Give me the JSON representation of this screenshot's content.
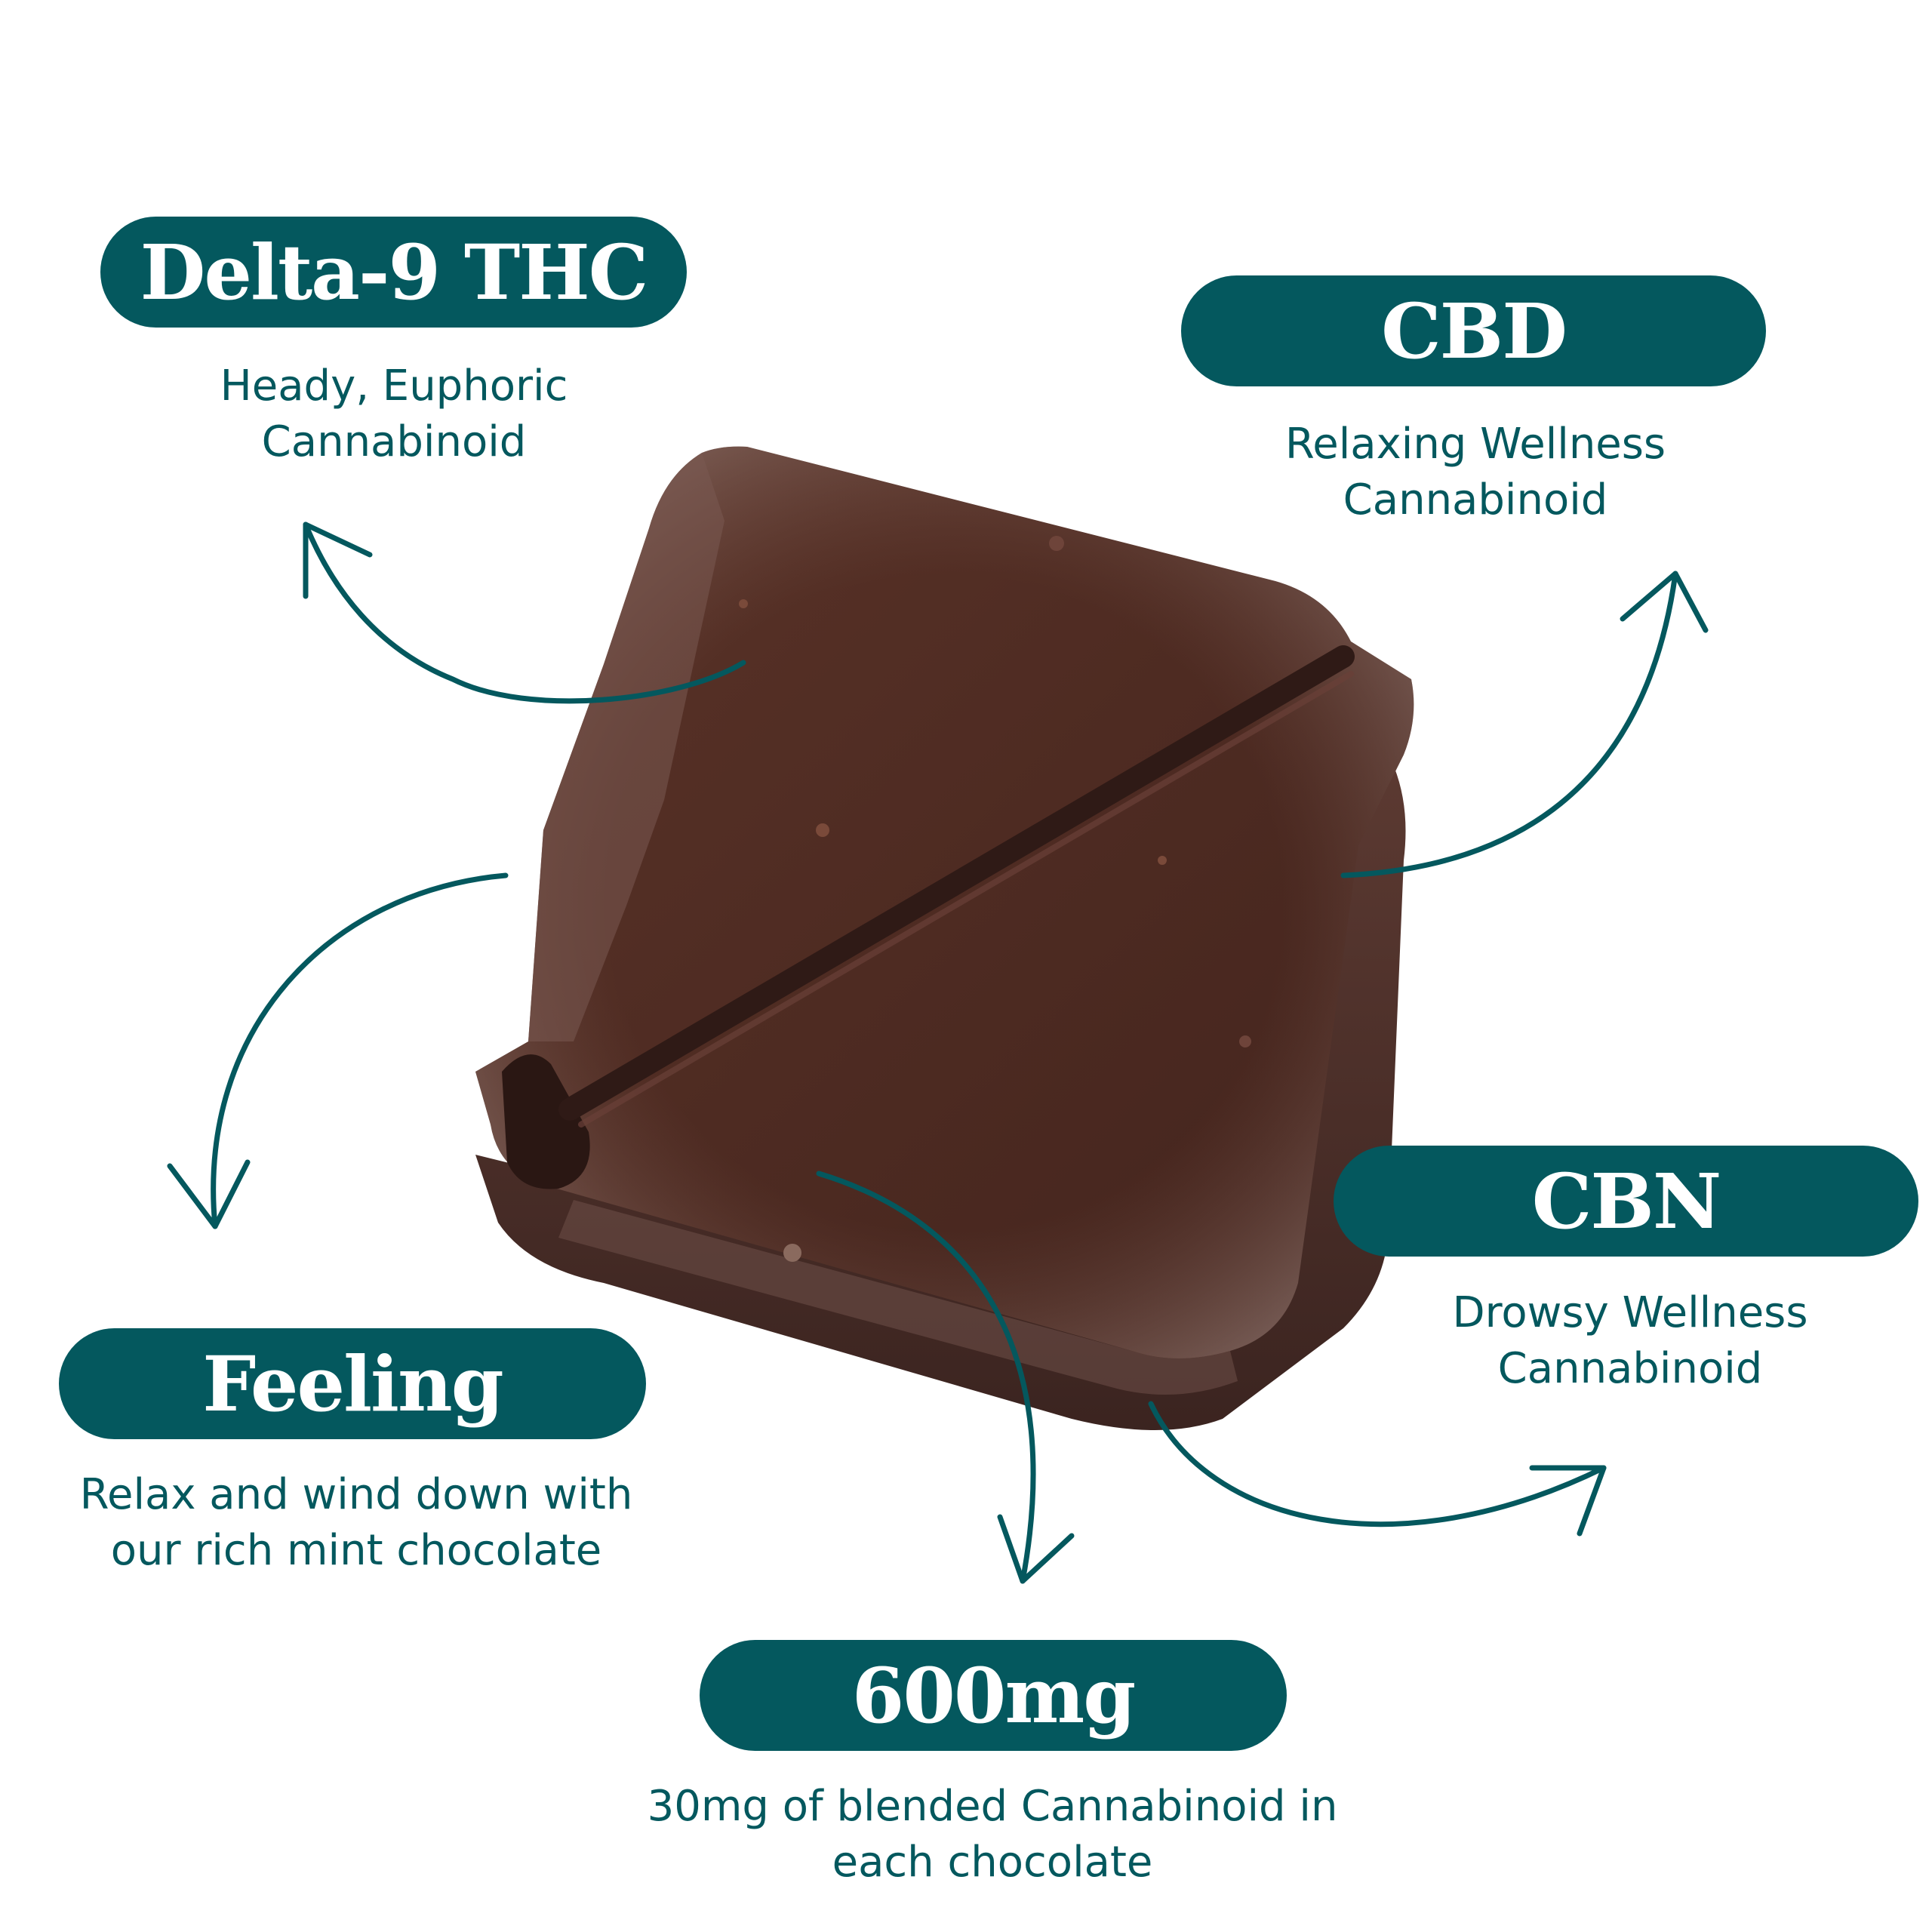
{
  "colors": {
    "accent": "#04585e",
    "background": "#ffffff",
    "chocolate": "#4b2a22"
  },
  "callouts": {
    "delta9": {
      "title": "Delta-9 THC",
      "line1": "Heady, Euphoric",
      "line2": "Cannabinoid"
    },
    "cbd": {
      "title": "CBD",
      "line1": "Relaxing Wellness",
      "line2": "Cannabinoid"
    },
    "cbn": {
      "title": "CBN",
      "line1": "Drowsy Wellness",
      "line2": "Cannabinoid"
    },
    "feeling": {
      "title": "Feeling",
      "line1": "Relax and wind down with",
      "line2": "our rich mint chocolate"
    },
    "dose": {
      "title": "600mg",
      "line1": "30mg of blended Cannabinoid in",
      "line2": "each chocolate"
    }
  }
}
